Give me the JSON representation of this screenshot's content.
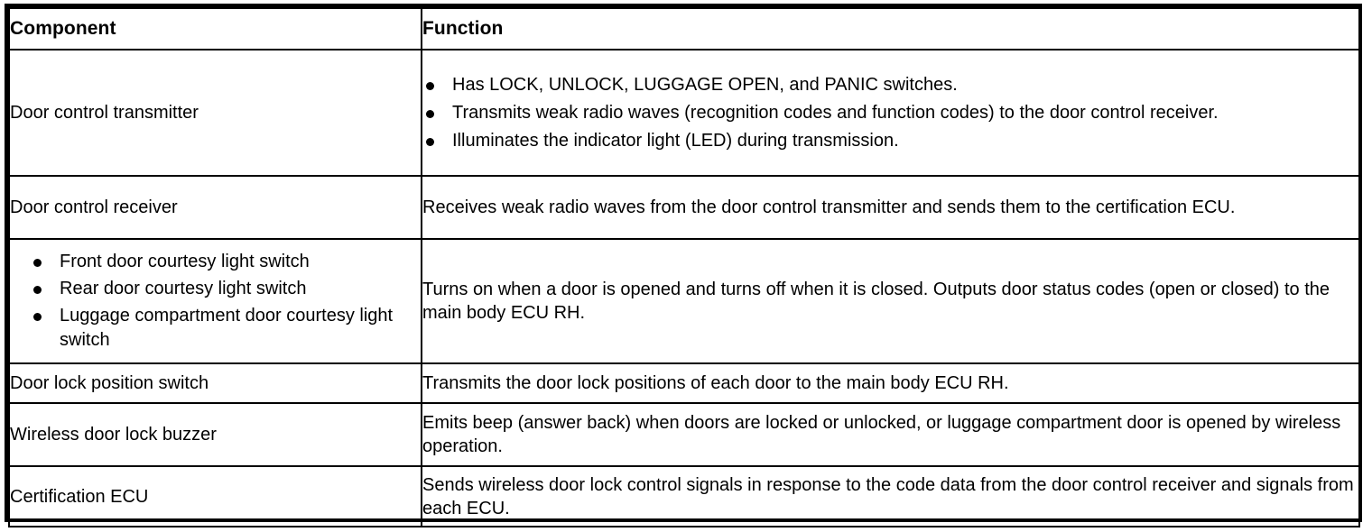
{
  "table": {
    "headers": {
      "component": "Component",
      "function": "Function"
    },
    "rows": [
      {
        "component_text": "Door control transmitter",
        "component_bullets": [],
        "function_text": "",
        "function_bullets": [
          "Has LOCK, UNLOCK, LUGGAGE OPEN, and PANIC switches.",
          "Transmits weak radio waves (recognition codes and function codes) to the door control receiver.",
          "Illuminates the indicator light (LED) during transmission."
        ]
      },
      {
        "component_text": "Door control receiver",
        "component_bullets": [],
        "function_text": "Receives weak radio waves from the door control transmitter and sends them to the certification ECU.",
        "function_bullets": []
      },
      {
        "component_text": "",
        "component_bullets": [
          "Front door courtesy light switch",
          "Rear door courtesy light switch",
          "Luggage compartment door courtesy light switch"
        ],
        "function_text": "Turns on when a door is opened and turns off when it is closed. Outputs door status codes (open or closed) to the main body ECU RH.",
        "function_bullets": []
      },
      {
        "component_text": "Door lock position switch",
        "component_bullets": [],
        "function_text": "Transmits the door lock positions of each door to the main body ECU RH.",
        "function_bullets": []
      },
      {
        "component_text": "Wireless door lock buzzer",
        "component_bullets": [],
        "function_text": "Emits beep (answer back) when doors are locked or unlocked, or luggage compartment door is opened by wireless operation.",
        "function_bullets": []
      },
      {
        "component_text": "Certification ECU",
        "component_bullets": [],
        "function_text": "Sends wireless door lock control signals in response to the code data from the door control receiver and signals from each ECU.",
        "function_bullets": []
      }
    ]
  }
}
